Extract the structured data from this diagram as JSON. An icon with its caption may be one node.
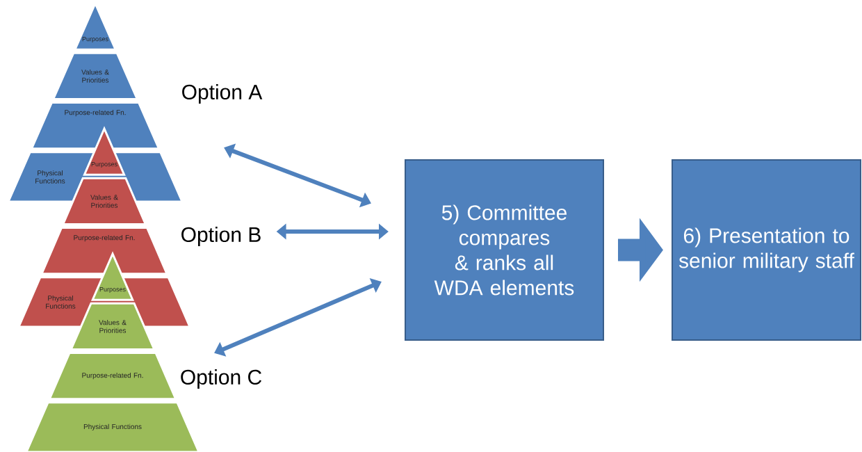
{
  "diagram": {
    "nodes": [
      {
        "text": [
          "Purposes"
        ]
      },
      {
        "text": [
          "Values & Priorities"
        ]
      },
      {
        "text": [
          "Purpose-related Fn."
        ]
      },
      {
        "text": [
          "Physical Functions"
        ]
      },
      {
        "text": [
          "Option A"
        ]
      },
      {
        "text": [
          "Purposes"
        ]
      },
      {
        "text": [
          "Values & Priorities"
        ]
      },
      {
        "text": [
          "Purpose-related Fn."
        ]
      },
      {
        "text": [
          "Physical Functions"
        ]
      },
      {
        "text": [
          "Option B"
        ]
      },
      {
        "text": [
          "Purposes"
        ]
      },
      {
        "text": [
          "Values & Priorities"
        ]
      },
      {
        "text": [
          "Purpose-related Fn."
        ]
      },
      {
        "text": [
          "Physical Functions"
        ]
      },
      {
        "text": [
          "Option C"
        ]
      },
      {
        "text": [
          "5) Committee compares & ranks all WDA elements"
        ]
      },
      {
        "text": [
          "6) Presentation to senior military staff"
        ]
      }
    ],
    "edges": [
      {
        "from": 4,
        "to": 15,
        "arrow": "both"
      },
      {
        "from": 9,
        "to": 15,
        "arrow": "both"
      },
      {
        "from": 14,
        "to": 15,
        "arrow": "both"
      },
      {
        "from": 15,
        "to": 16,
        "arrow": "to",
        "style": "thick"
      }
    ]
  }
}
